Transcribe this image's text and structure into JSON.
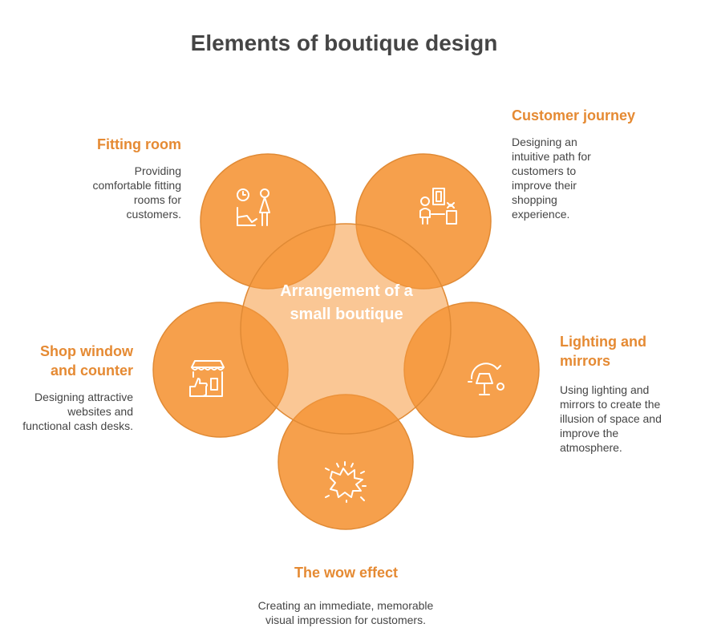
{
  "title": "Elements of boutique design",
  "center_label": "Arrangement of a small boutique",
  "colors": {
    "circle_fill": "#f5993e",
    "circle_stroke": "#e08a35",
    "heading": "#e58a33",
    "text": "#454545"
  },
  "elements": [
    {
      "key": "fitting_room",
      "heading": "Fitting room",
      "description": "Providing comfortable fitting rooms for customers.",
      "icon": "fitting-room-icon"
    },
    {
      "key": "customer_journey",
      "heading": "Customer journey",
      "description": "Designing an intuitive path for customers to improve their shopping experience.",
      "icon": "customer-journey-icon"
    },
    {
      "key": "shop_window",
      "heading": "Shop window and counter",
      "description": "Designing attractive websites and functional cash desks.",
      "icon": "shop-window-icon"
    },
    {
      "key": "lighting",
      "heading": "Lighting and mirrors",
      "description": "Using lighting and mirrors to create the illusion of space and improve the atmosphere.",
      "icon": "lamp-icon"
    },
    {
      "key": "wow_effect",
      "heading": "The wow effect",
      "description": "Creating an immediate, memorable visual impression for customers.",
      "icon": "burst-icon"
    }
  ]
}
